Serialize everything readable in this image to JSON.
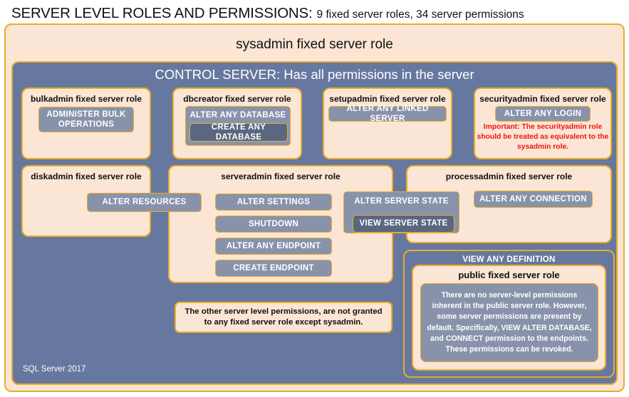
{
  "title": {
    "main": "SERVER LEVEL ROLES AND PERMISSIONS:",
    "sub": "9 fixed server roles, 34 server permissions"
  },
  "containers": {
    "sysadmin_label": "sysadmin  fixed  server  role",
    "control_server_label": "CONTROL SERVER: Has all permissions in the server",
    "view_any_definition_label": "VIEW ANY DEFINITION",
    "public_role_label": "public  fixed server role"
  },
  "roles": {
    "bulkadmin": {
      "label": "bulkadmin  fixed server role",
      "permissions": [
        "ADMINISTER  BULK OPERATIONS"
      ]
    },
    "dbcreator": {
      "label": "dbcreator fixed server role",
      "permissions": [
        "ALTER ANY DATABASE",
        "CREATE  ANY DATABASE"
      ]
    },
    "setupadmin": {
      "label": "setupadmin fixed server role",
      "permissions": [
        "ALTER ANY LINKED SERVER"
      ]
    },
    "securityadmin": {
      "label": "securityadmin  fixed server role",
      "permissions": [
        "ALTER ANY LOGIN"
      ],
      "warning": "Important:  The securityadmin role should  be treated  as equivalent to the  sysadmin role."
    },
    "diskadmin": {
      "label": "diskadmin  fixed server role",
      "permissions": [
        "ALTER RESOURCES"
      ]
    },
    "serveradmin": {
      "label": "serveradmin fixed server role",
      "permissions": [
        "ALTER SETTINGS",
        "SHUTDOWN",
        "ALTER ANY ENDPOINT",
        "CREATE  ENDPOINT",
        "ALTER SERVER  STATE",
        "VIEW SERVER  STATE"
      ]
    },
    "processadmin": {
      "label": "processadmin  fixed server role",
      "permissions": [
        "ALTER ANY CONNECTION"
      ]
    }
  },
  "notes": {
    "public_note": "There are no server-level permissions inherent in the public server role. However, some server permissions are present by default. Specifically, VIEW ALTER DATABASE, and CONNECT permission to the endpoints. These permissions can be revoked.",
    "other_permissions": "The other server level permissions,  are not granted to any fixed server role except sysadmin."
  },
  "footer": {
    "version": "SQL Server 2017"
  },
  "colors": {
    "panel_peach": "#fbe5d4",
    "panel_slate": "#66789f",
    "border_gold": "#e9ac29",
    "chip": "#8893ab",
    "chip_dark": "#5a6781",
    "warning_red": "#ef1515"
  }
}
